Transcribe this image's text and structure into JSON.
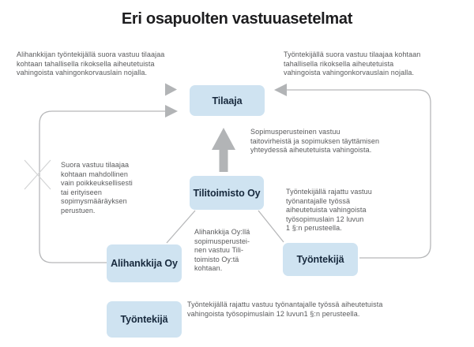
{
  "title": "Eri osapuolten vastuuasetelmat",
  "diagram": {
    "nodes": [
      {
        "id": "tilaaja",
        "label": "Tilaaja"
      },
      {
        "id": "tilitoimisto",
        "label": "Tilitoimisto Oy"
      },
      {
        "id": "alihankkija",
        "label": "Alihankkija Oy"
      },
      {
        "id": "tyontekija_right",
        "label": "Työntekijä"
      },
      {
        "id": "tyontekija_bottom",
        "label": "Työntekijä"
      }
    ],
    "annotations": {
      "top_left": "Alihankkijan työntekijällä suora vastuu tilaajaa\nkohtaan tahallisella rikoksella aiheutetuista\nvahingoista vahingonkorvauslain nojalla.",
      "top_right": "Työntekijällä suora vastuu tilaajaa kohtaan\ntahallisella rikoksella aiheutetuista\nvahingoista vahingonkorvauslain nojalla.",
      "mid_right": "Sopimusperusteinen vastuu\ntaitovirheistä ja sopimuksen täyttämisen\nyhteydessä aiheutetuista vahingoista.",
      "left": "Suora vastuu tilaajaa\nkohtaan mahdollinen\nvain poikkeuksellisesti\ntai erityiseen\nsopimysmääräyksen\nperustuen.",
      "center": "Alihankkija Oy:llä\nsopimusperustei-\nnen vastuu Tili-\ntoimisto Oy:tä\nkohtaan.",
      "right": "Työntekijällä rajattu vastuu\ntyönantajalle työssä\naiheutetuista vahingoista\ntyösopimuslain 12 luvun\n1 §:n perusteella.",
      "bottom": "Työntekijällä rajattu vastuu työnantajalle työssä aiheutetuista\nvahingoista työsopimuslain 12 luvun1 §:n perusteella."
    }
  },
  "colors": {
    "box_fill": "#cfe3f1",
    "box_text": "#17293d",
    "title_color": "#1d1d1f",
    "note_color": "#58595b",
    "line_color": "#b6b7b9",
    "arrow_color": "#b2b4b6",
    "xmark_color": "#d3d4d5"
  }
}
